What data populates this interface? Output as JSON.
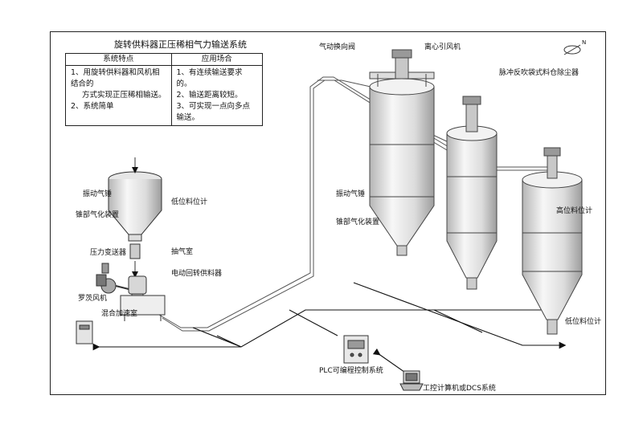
{
  "title": "旋转供料器正压稀相气力输送系统",
  "table": {
    "col1_header": "系统特点",
    "col2_header": "应用场合",
    "col1_items": [
      "1、用旋转供料器和风机相结合的",
      "方式实现正压稀相输送。",
      "2、系统简单"
    ],
    "col2_items": [
      "1、有连续输送要求的。",
      "2、输送距离较短。",
      "3、可实现一点向多点输送。"
    ]
  },
  "labels": {
    "valve": "气动换向阀",
    "fan": "离心引风机",
    "filter": "脉冲反吹袋式料仓除尘器",
    "hammer_left": "振动气锤",
    "level_low_left": "低位料位计",
    "fluid_left": "锥部气化装置",
    "pressure": "压力变送器",
    "suction": "抽气室",
    "rotary": "电动回转供料器",
    "roots": "罗茨风机",
    "mixing": "混合加速室",
    "hammer_mid": "振动气锤",
    "fluid_mid": "锥部气化装置",
    "level_high": "高位料位计",
    "level_low_right": "低位料位计",
    "plc": "PLC可编程控制系统",
    "ipc": "工控计算机或DCS系统",
    "compass": "N"
  }
}
